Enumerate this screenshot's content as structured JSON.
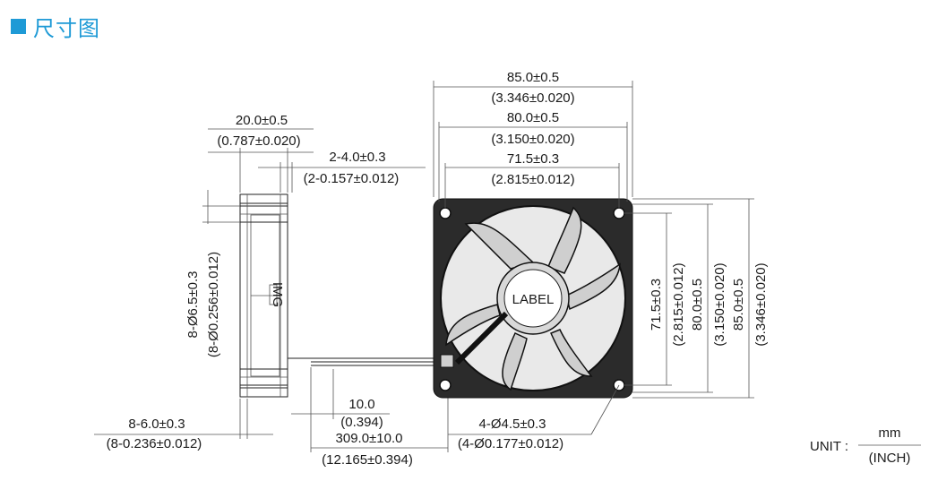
{
  "header": {
    "title": "尺寸图"
  },
  "colors": {
    "accent": "#1e9ad6",
    "ink": "#1a1a1a",
    "fan_body": "#2b2b2b"
  },
  "top_dims": {
    "overall_mm": "85.0±0.5",
    "overall_in": "(3.346±0.020)",
    "frame_mm": "80.0±0.5",
    "frame_in": "(3.150±0.020)",
    "holes_mm": "71.5±0.3",
    "holes_in": "(2.815±0.012)"
  },
  "right_dims": {
    "holes_mm": "71.5±0.3",
    "holes_in": "(2.815±0.012)",
    "frame_mm": "80.0±0.5",
    "frame_in": "(3.150±0.020)",
    "overall_mm": "85.0±0.5",
    "overall_in": "(3.346±0.020)"
  },
  "side_dims": {
    "thickness_mm": "20.0±0.5",
    "thickness_in": "(0.787±0.020)",
    "slot_mm": "2-4.0±0.3",
    "slot_in": "(2-0.157±0.012)",
    "hole_mm": "8-Ø6.5±0.3",
    "hole_in": "(8-Ø0.256±0.012)",
    "flange_mm": "8-6.0±0.3",
    "flange_in": "(8-0.236±0.012)"
  },
  "lead_dims": {
    "strip_mm": "10.0",
    "strip_in": "(0.394)",
    "length_mm": "309.0±10.0",
    "length_in": "(12.165±0.394)"
  },
  "mount_holes": {
    "mm": "4-Ø4.5±0.3",
    "in": "(4-Ø0.177±0.012)"
  },
  "label_text": "LABEL",
  "side_marking": "IMG",
  "unit": {
    "prefix": "UNIT :",
    "numerator": "mm",
    "denominator": "(INCH)"
  }
}
